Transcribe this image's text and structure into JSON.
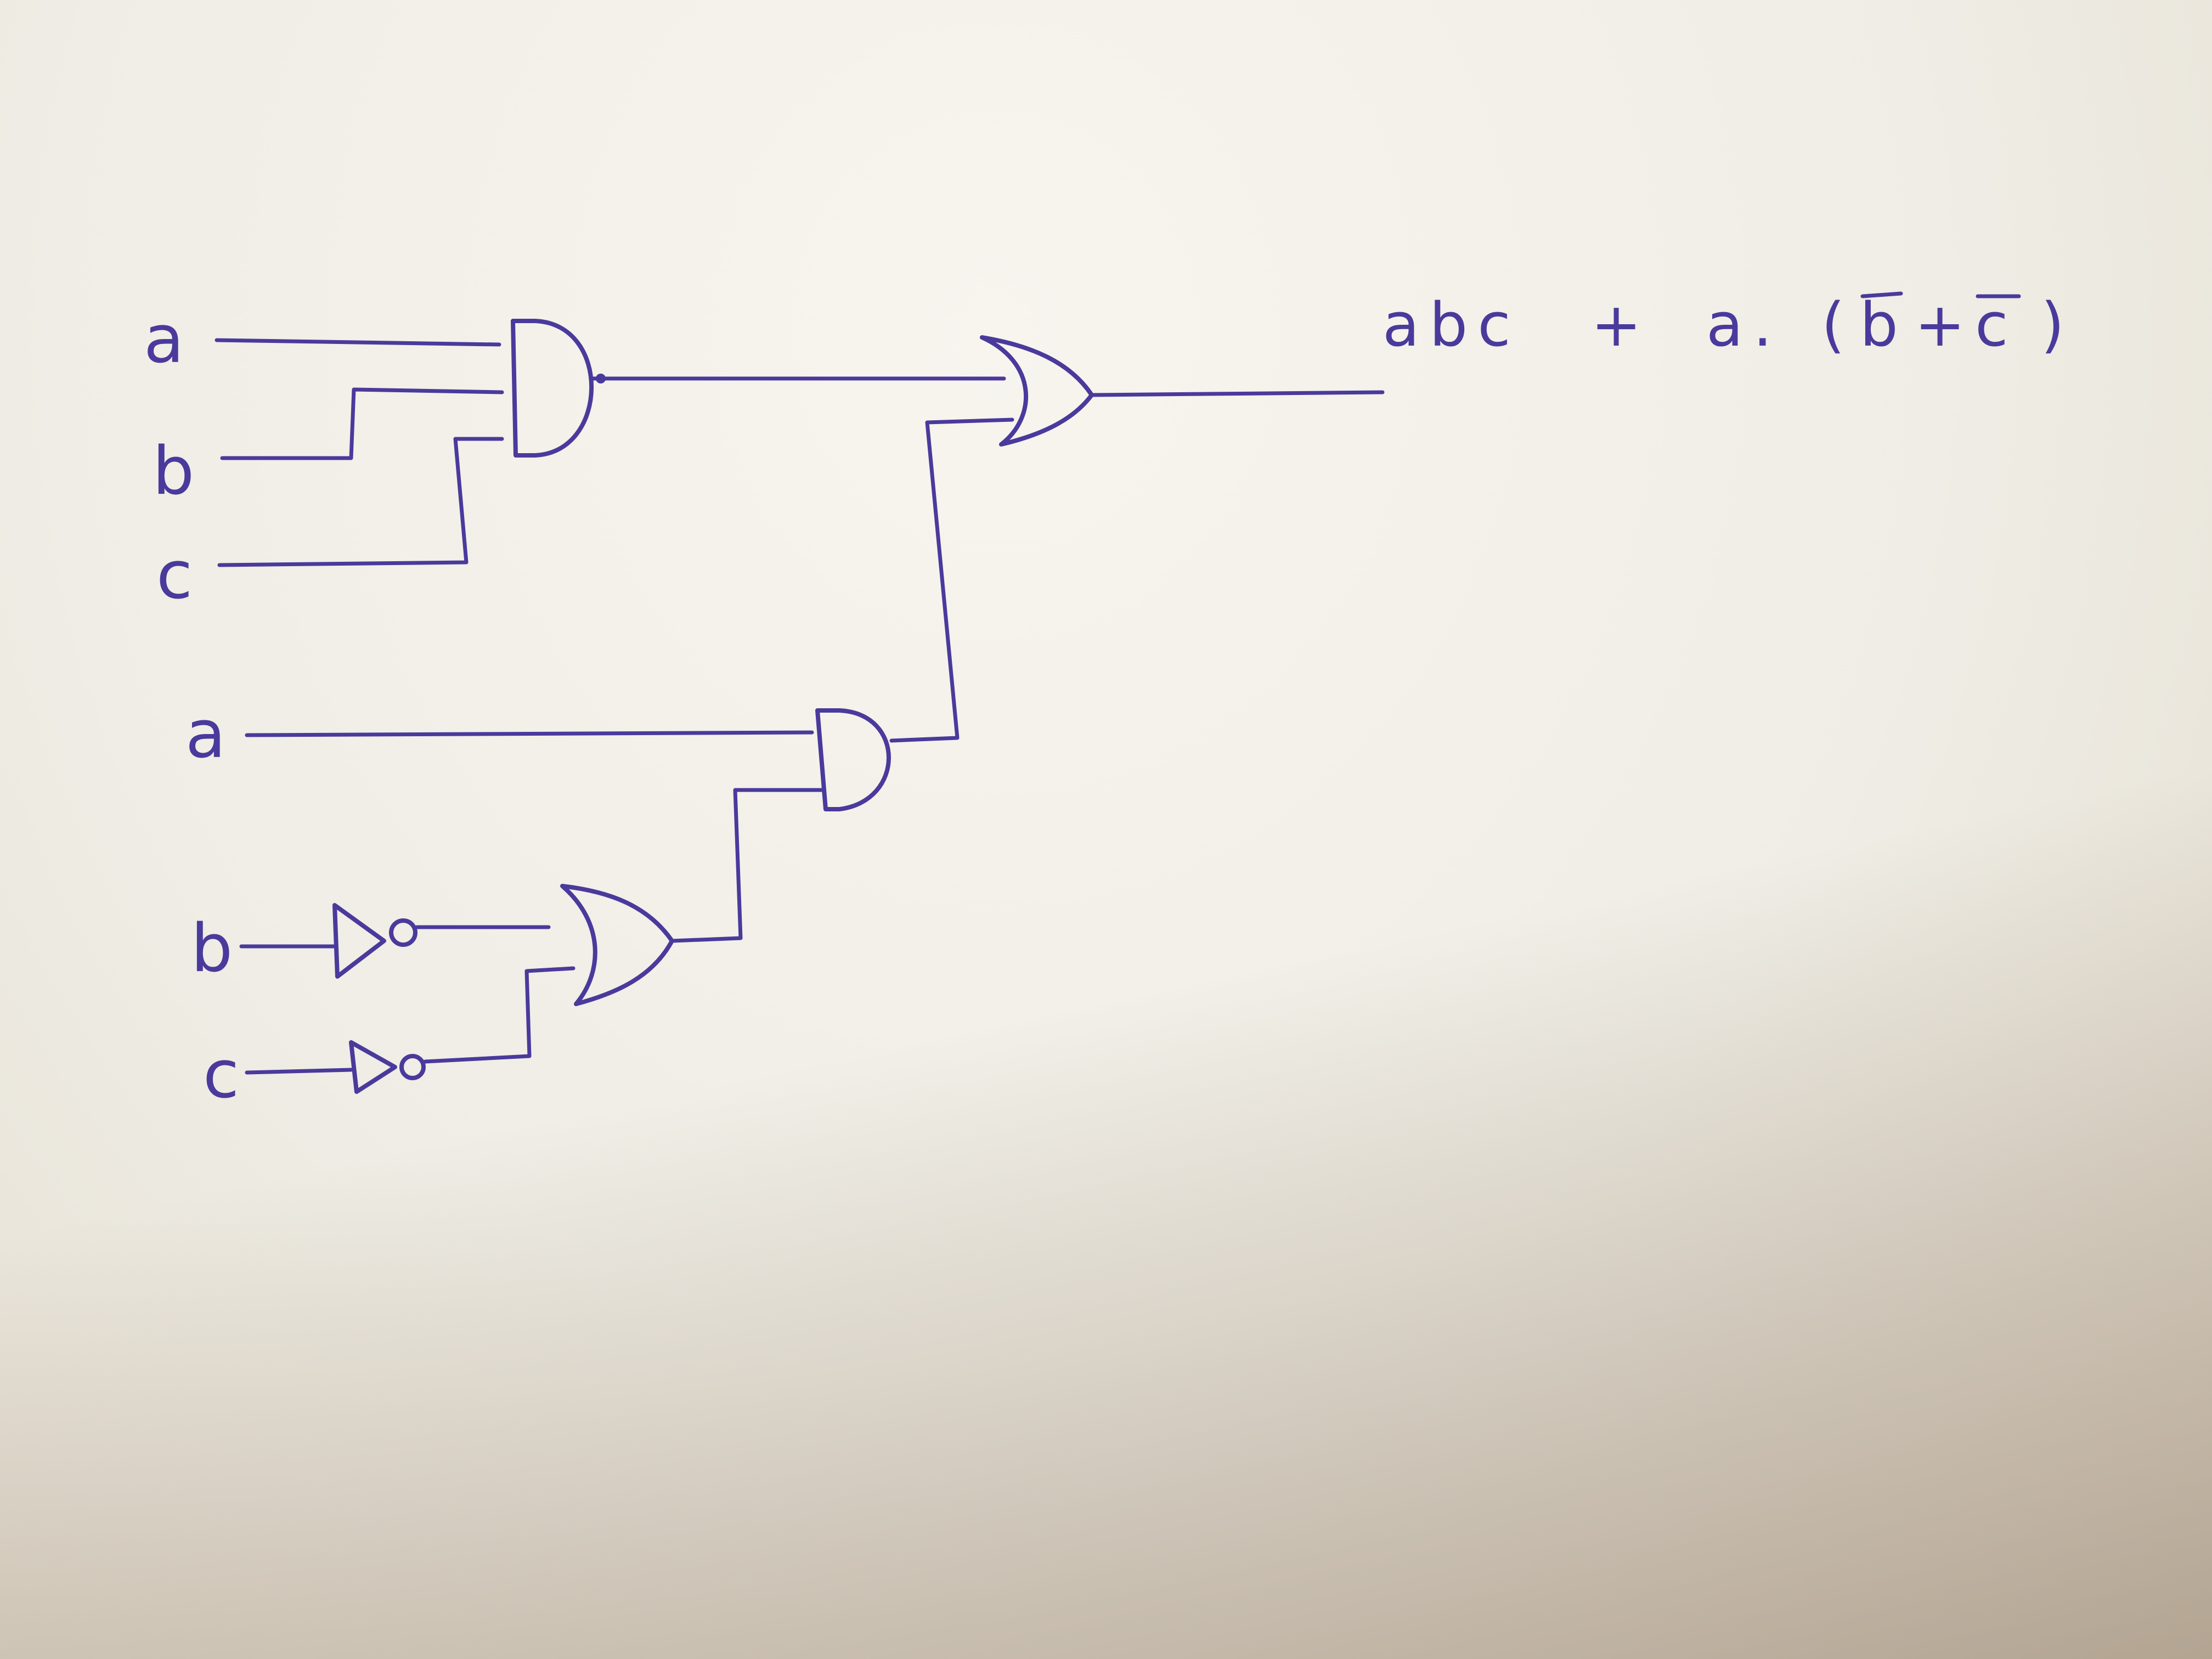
{
  "inputs": {
    "top_a": "a",
    "top_b": "b",
    "top_c": "c",
    "mid_a": "a",
    "low_b": "b",
    "low_c": "c"
  },
  "output_expression": {
    "full": "abc + a.(b̄+c̄)",
    "term1": "abc",
    "plus": "+",
    "term2_prefix": "a.",
    "open_paren": "(",
    "b": "b",
    "inner_plus": "+",
    "c": "c",
    "close_paren": ")"
  },
  "gates": [
    {
      "id": "and1",
      "type": "AND",
      "inputs": [
        "a",
        "b",
        "c"
      ]
    },
    {
      "id": "not_b",
      "type": "NOT",
      "inputs": [
        "b"
      ]
    },
    {
      "id": "not_c",
      "type": "NOT",
      "inputs": [
        "c"
      ]
    },
    {
      "id": "or1",
      "type": "OR",
      "inputs": [
        "not_b",
        "not_c"
      ]
    },
    {
      "id": "and2",
      "type": "AND",
      "inputs": [
        "a",
        "or1"
      ]
    },
    {
      "id": "or_final",
      "type": "OR",
      "inputs": [
        "and1",
        "and2"
      ]
    }
  ],
  "colors": {
    "ink": "#4a3a9c",
    "paper": "#f4f2ea"
  }
}
